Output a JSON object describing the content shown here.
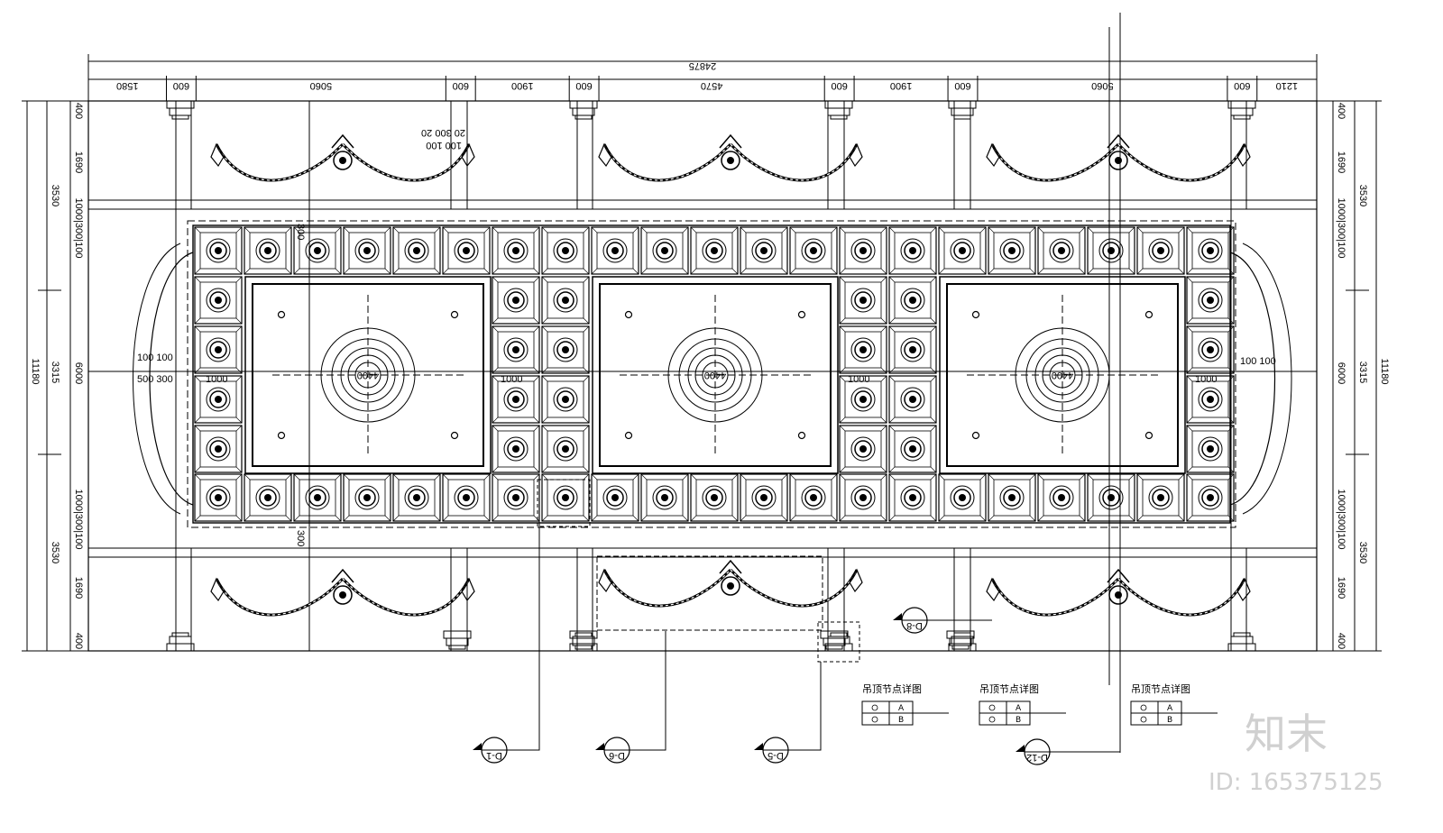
{
  "dimensions": {
    "overall_width": "24875",
    "top_segments": [
      "1580",
      "600",
      "5060",
      "600",
      "1900",
      "600",
      "4570",
      "600",
      "1900",
      "600",
      "5060",
      "600",
      "1210"
    ],
    "left_outer": "11180",
    "left_mid": [
      "3530",
      "3315",
      "3530"
    ],
    "left_inner": [
      "400",
      "1690",
      "1000|300|100",
      "6000",
      "1000|300|100",
      "1690",
      "400"
    ],
    "right_outer": "11180",
    "right_mid": [
      "3530",
      "3315",
      "3530"
    ],
    "right_inner": [
      "400",
      "1690",
      "1000|300|100",
      "6000",
      "1000|300|100",
      "1690",
      "400"
    ],
    "center_dims": [
      "4400",
      "4400",
      "4400"
    ],
    "misc_labels": [
      "100 100",
      "500 300",
      "1000",
      "1000",
      "1000",
      "1000",
      "20 300 20",
      "100 100",
      "300",
      "300",
      "100 100"
    ]
  },
  "callouts": [
    {
      "code": "D-1",
      "label": ""
    },
    {
      "code": "D-6",
      "label": ""
    },
    {
      "code": "D-5",
      "label": ""
    },
    {
      "code": "D-12",
      "label": ""
    },
    {
      "code": "D-8",
      "label": ""
    }
  ],
  "legend_tags": [
    {
      "title": "吊顶节点详图",
      "rows": [
        "A",
        "B"
      ]
    },
    {
      "title": "吊顶节点详图",
      "rows": [
        "A",
        "B"
      ]
    },
    {
      "title": "吊顶节点详图",
      "rows": [
        "A",
        "B"
      ]
    }
  ],
  "watermark": {
    "logo": "知末",
    "id": "ID: 165375125"
  }
}
